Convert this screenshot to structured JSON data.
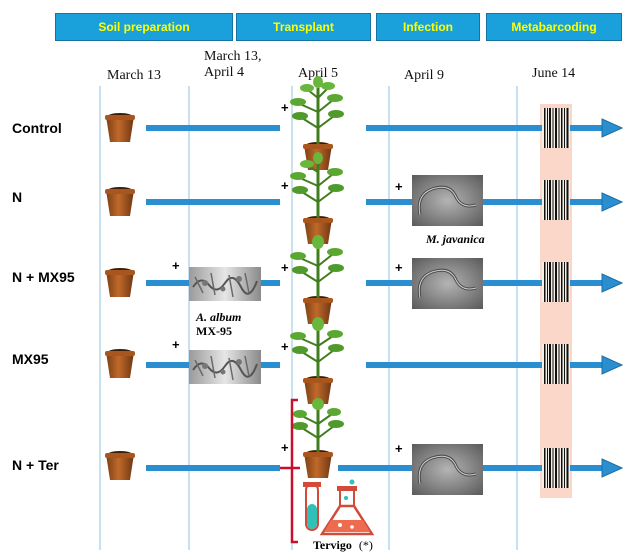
{
  "phases": [
    {
      "label": "Soil preparation"
    },
    {
      "label": "Transplant"
    },
    {
      "label": "Infection"
    },
    {
      "label": "Metabarcoding"
    }
  ],
  "dates": [
    {
      "label": "March 13"
    },
    {
      "label": "March 13,\nApril 4"
    },
    {
      "label": "April 5"
    },
    {
      "label": "April 9"
    },
    {
      "label": "June 14"
    }
  ],
  "rows": [
    {
      "label": "Control"
    },
    {
      "label": "N"
    },
    {
      "label": "N + MX95"
    },
    {
      "label": "MX95"
    },
    {
      "label": "N + Ter"
    }
  ],
  "plus_sign": "+",
  "captions": {
    "nematode": "M. javanica",
    "fungus_species": "A. album",
    "fungus_strain": "MX-95",
    "product": "Tervigo",
    "product_mark": "(*)"
  },
  "colors": {
    "phase_fill": "#1aa1dc",
    "phase_text": "#ffff00",
    "arrow": "#2a8fd0",
    "highlight": "#fad7c8",
    "bracket": "#c8102e",
    "guide": "#8fc3e0"
  },
  "icons": [
    "pot-icon",
    "plant-icon",
    "nematode-image",
    "fungus-image",
    "barcode-icon",
    "flask-icon",
    "test-tube-icon"
  ]
}
